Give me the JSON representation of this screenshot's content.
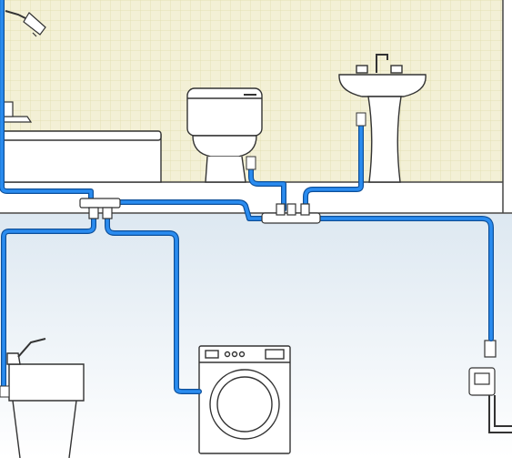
{
  "diagram": {
    "type": "plumbing-diagram",
    "rooms": [
      {
        "name": "bathroom",
        "floor": "upper"
      },
      {
        "name": "laundry-basement",
        "floor": "lower"
      }
    ],
    "fixtures": [
      {
        "name": "shower-head",
        "icon": "shower-head-icon"
      },
      {
        "name": "bathtub",
        "icon": "bathtub-icon"
      },
      {
        "name": "toilet",
        "icon": "toilet-icon"
      },
      {
        "name": "pedestal-sink",
        "icon": "sink-icon"
      },
      {
        "name": "utility-sink",
        "icon": "utility-sink-icon"
      },
      {
        "name": "washing-machine",
        "icon": "washing-machine-icon"
      },
      {
        "name": "water-meter",
        "icon": "water-meter-icon"
      }
    ],
    "manifolds": [
      {
        "name": "upper-manifold",
        "outlets": 3
      },
      {
        "name": "lower-manifold",
        "outlets": 2
      }
    ],
    "colors": {
      "pipe": "#1e7fe0",
      "pipe_outline": "#0d4f99",
      "upper_wall": "#f3f0d6",
      "upper_grid": "#e3dfb4",
      "lower_wall_top": "#dde8f1",
      "lower_wall_bottom": "#ffffff",
      "outline": "#333333"
    }
  }
}
